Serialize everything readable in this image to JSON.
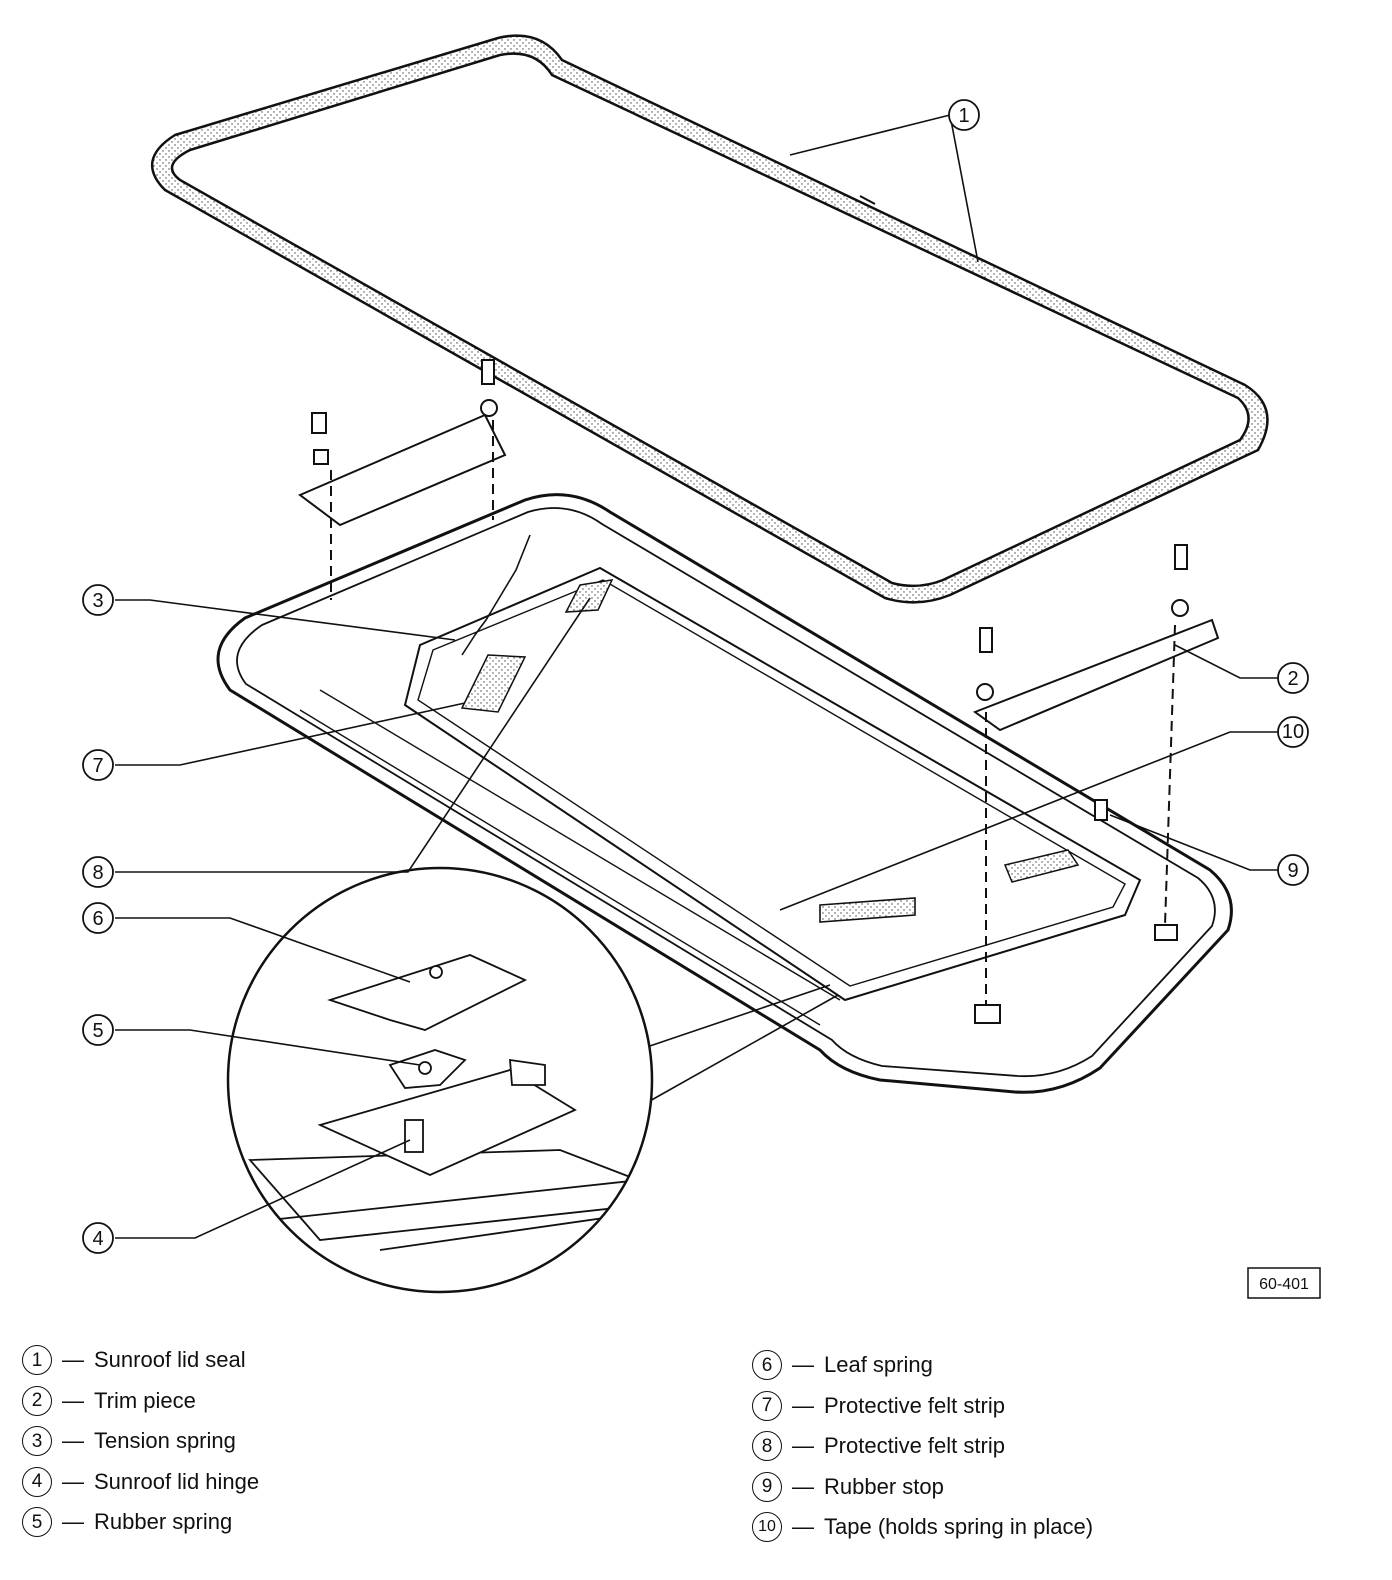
{
  "figure_id": "60-401",
  "callouts": [
    {
      "num": "1"
    },
    {
      "num": "2"
    },
    {
      "num": "3"
    },
    {
      "num": "4"
    },
    {
      "num": "5"
    },
    {
      "num": "6"
    },
    {
      "num": "7"
    },
    {
      "num": "8"
    },
    {
      "num": "9"
    },
    {
      "num": "10"
    }
  ],
  "legend": {
    "dash": "—",
    "left": [
      {
        "num": "1",
        "label": "Sunroof lid seal"
      },
      {
        "num": "2",
        "label": "Trim piece"
      },
      {
        "num": "3",
        "label": "Tension spring"
      },
      {
        "num": "4",
        "label": "Sunroof lid hinge"
      },
      {
        "num": "5",
        "label": "Rubber spring"
      }
    ],
    "right": [
      {
        "num": "6",
        "label": "Leaf spring"
      },
      {
        "num": "7",
        "label": "Protective felt strip"
      },
      {
        "num": "8",
        "label": "Protective felt strip"
      },
      {
        "num": "9",
        "label": "Rubber stop"
      },
      {
        "num": "10",
        "label": "Tape (holds spring in place)"
      }
    ]
  }
}
